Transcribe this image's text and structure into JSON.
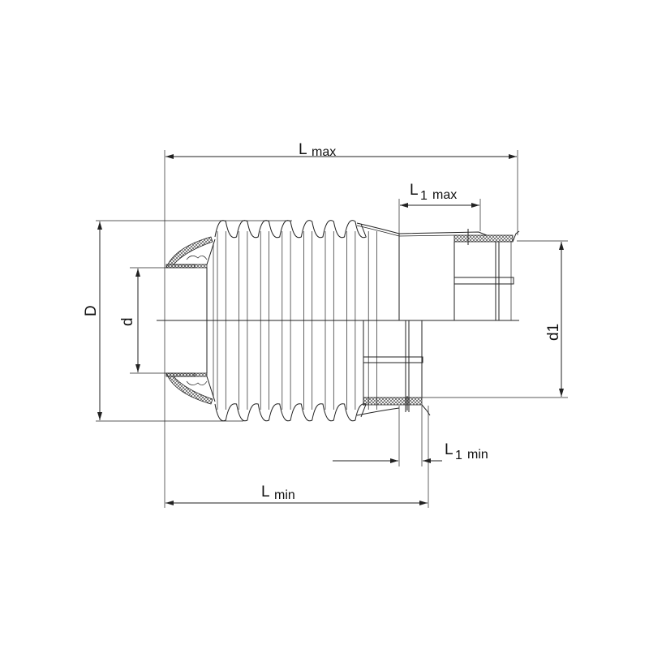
{
  "dimensions": {
    "l_max": {
      "main": "L",
      "sub": "max"
    },
    "l1_max": {
      "main": "L",
      "num": "1",
      "sub": "max"
    },
    "l_min": {
      "main": "L",
      "sub": "min"
    },
    "l1_min": {
      "main": "L",
      "num": "1",
      "sub": "min"
    },
    "outer_diameter": "D",
    "inner_diameter": "d",
    "sleeve_diameter": "d1"
  },
  "colors": {
    "line": "#222222",
    "background": "#ffffff"
  }
}
